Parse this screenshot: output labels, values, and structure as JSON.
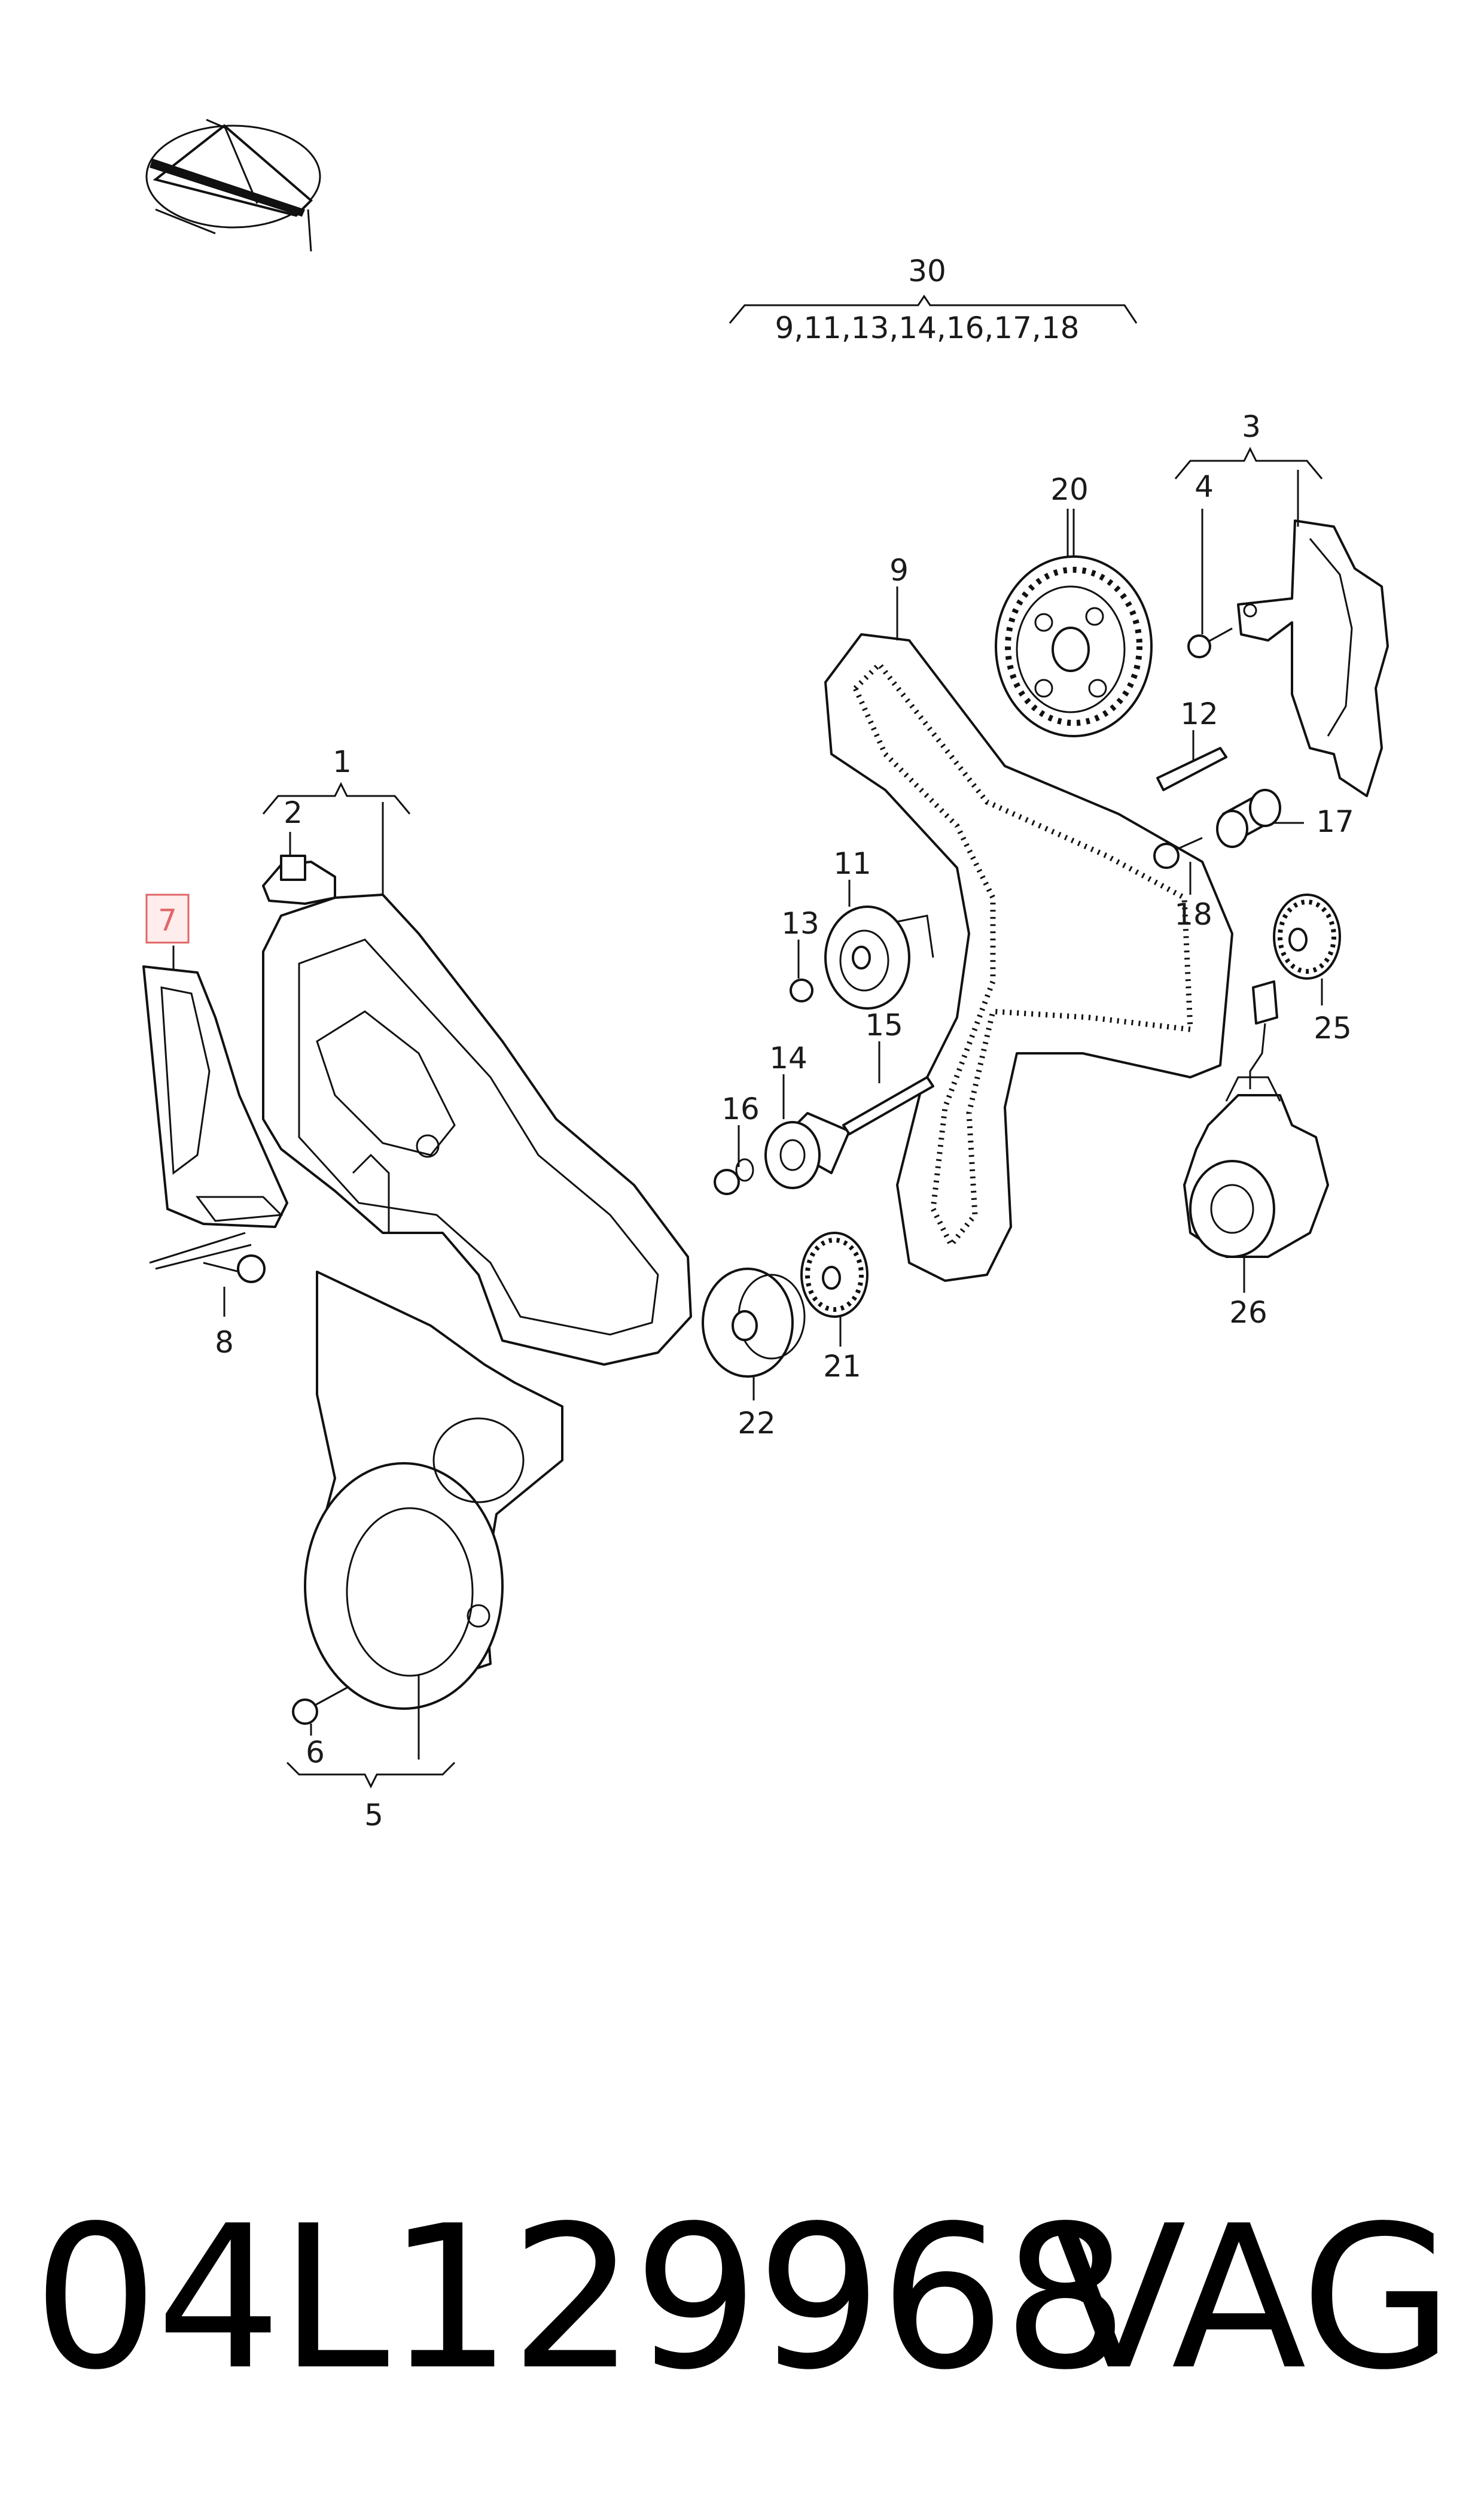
{
  "diagram": {
    "kit_label": "30",
    "kit_members": "9,11,13,14,16,17,18",
    "callouts": {
      "c1": "1",
      "c2": "2",
      "c3": "3",
      "c4": "4",
      "c5": "5",
      "c6": "6",
      "c7": "7",
      "c8": "8",
      "c9": "9",
      "c11": "11",
      "c12": "12",
      "c13": "13",
      "c14": "14",
      "c15": "15",
      "c16": "16",
      "c17": "17",
      "c18": "18",
      "c20": "20",
      "c21": "21",
      "c22": "22",
      "c25": "25",
      "c26": "26"
    },
    "highlighted_callout": "7",
    "colors": {
      "highlight": "#e06666",
      "line": "#111111"
    }
  },
  "footer": {
    "part_number": "04L129968",
    "brand": "VAG"
  }
}
